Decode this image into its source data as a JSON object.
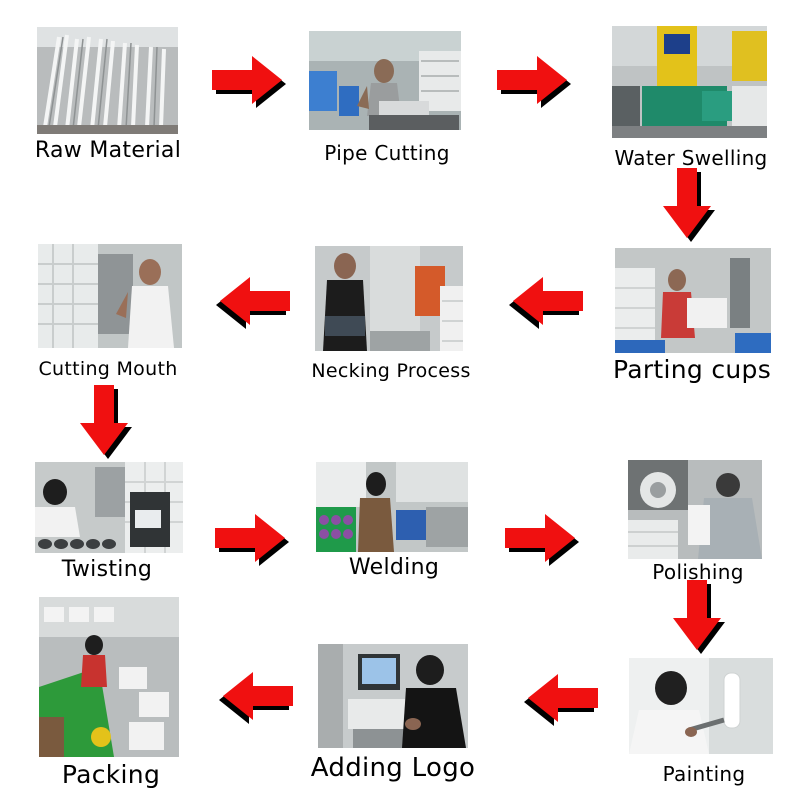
{
  "steps": [
    {
      "label": "Raw Material"
    },
    {
      "label": "Pipe Cutting"
    },
    {
      "label": "Water Swelling"
    },
    {
      "label": "Parting cups"
    },
    {
      "label": "Necking Process"
    },
    {
      "label": "Cutting Mouth"
    },
    {
      "label": "Twisting"
    },
    {
      "label": "Welding"
    },
    {
      "label": "Polishing"
    },
    {
      "label": "Painting"
    },
    {
      "label": "Adding Logo"
    },
    {
      "label": "Packing"
    }
  ],
  "colors": {
    "arrow_fill": "#f01010",
    "arrow_shadow": "#000000",
    "background": "#ffffff"
  }
}
